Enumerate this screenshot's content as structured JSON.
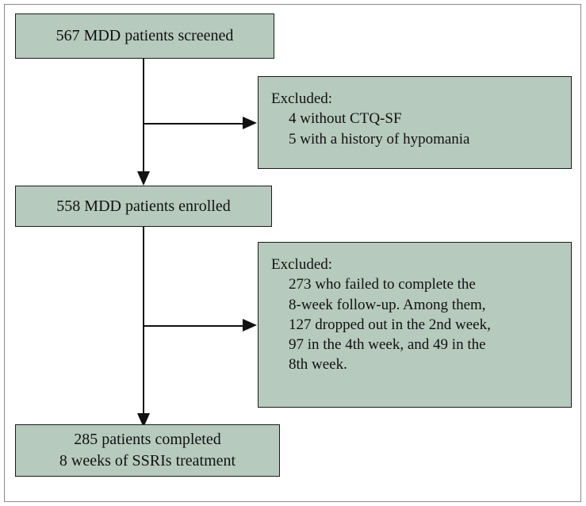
{
  "figure": {
    "kind": "study-flow-diagram",
    "colors": {
      "box_fill": "#b6cabe",
      "box_border": "#1c1c1c",
      "connector": "#111111",
      "frame": "#8a8a8a",
      "background": "#ffffff",
      "text": "#111111"
    }
  },
  "nodes": {
    "screened": {
      "text": "567 MDD patients screened"
    },
    "enrolled": {
      "text": "558 MDD patients enrolled"
    },
    "completed": {
      "text": "285 patients completed\n8 weeks of SSRIs treatment"
    },
    "excluded_1": {
      "heading": "Excluded:",
      "body": "4 without CTQ-SF\n5 with a history of hypomania"
    },
    "excluded_2": {
      "heading": "Excluded:",
      "body": "273 who failed to complete the\n  8-week follow-up. Among them,\n  127 dropped out in the 2nd week,\n  97 in the 4th week, and 49 in the\n  8th week."
    }
  },
  "connectors": {
    "stem_1_label": "screened-to-enrolled",
    "branch_1_label": "screened-to-excluded-1",
    "stem_2_label": "enrolled-to-completed",
    "branch_2_label": "enrolled-to-excluded-2"
  }
}
